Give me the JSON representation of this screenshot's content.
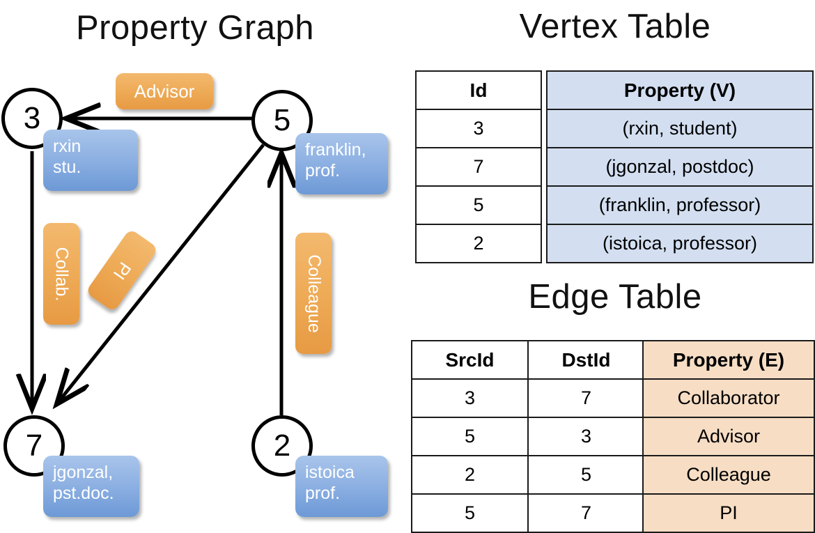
{
  "titles": {
    "property_graph": "Property Graph",
    "vertex_table": "Vertex Table",
    "edge_table": "Edge Table"
  },
  "colors": {
    "vertex_property_fill": "#d3dff1",
    "edge_property_fill": "#f6ddc4",
    "node_property_box": "#8fb2e3",
    "edge_label_box": "#eeab57",
    "stroke": "#000000"
  },
  "graph": {
    "nodes": [
      {
        "id": "3",
        "property": "rxin\nstu.",
        "property_line1": "rxin",
        "property_line2": "stu."
      },
      {
        "id": "5",
        "property": "franklin, prof.",
        "property_line1": "franklin,",
        "property_line2": "prof."
      },
      {
        "id": "7",
        "property": "jgonzal, pst.doc.",
        "property_line1": "jgonzal,",
        "property_line2": "pst.doc."
      },
      {
        "id": "2",
        "property": "istoica prof.",
        "property_line1": "istoica",
        "property_line2": "prof."
      }
    ],
    "edge_labels": [
      {
        "name": "advisor",
        "text": "Advisor",
        "from": "5",
        "to": "3"
      },
      {
        "name": "collab",
        "text": "Collab.",
        "from": "3",
        "to": "7"
      },
      {
        "name": "pi",
        "text": "PI",
        "from": "5",
        "to": "7"
      },
      {
        "name": "colleague",
        "text": "Colleague",
        "from": "2",
        "to": "5"
      }
    ]
  },
  "vertex_table": {
    "headers": {
      "id": "Id",
      "property": "Property (V)"
    },
    "rows": [
      {
        "id": "3",
        "property": "(rxin, student)"
      },
      {
        "id": "7",
        "property": "(jgonzal, postdoc)"
      },
      {
        "id": "5",
        "property": "(franklin, professor)"
      },
      {
        "id": "2",
        "property": "(istoica, professor)"
      }
    ]
  },
  "edge_table": {
    "headers": {
      "src": "SrcId",
      "dst": "DstId",
      "property": "Property (E)"
    },
    "rows": [
      {
        "src": "3",
        "dst": "7",
        "property": "Collaborator"
      },
      {
        "src": "5",
        "dst": "3",
        "property": "Advisor"
      },
      {
        "src": "2",
        "dst": "5",
        "property": "Colleague"
      },
      {
        "src": "5",
        "dst": "7",
        "property": "PI"
      }
    ]
  }
}
